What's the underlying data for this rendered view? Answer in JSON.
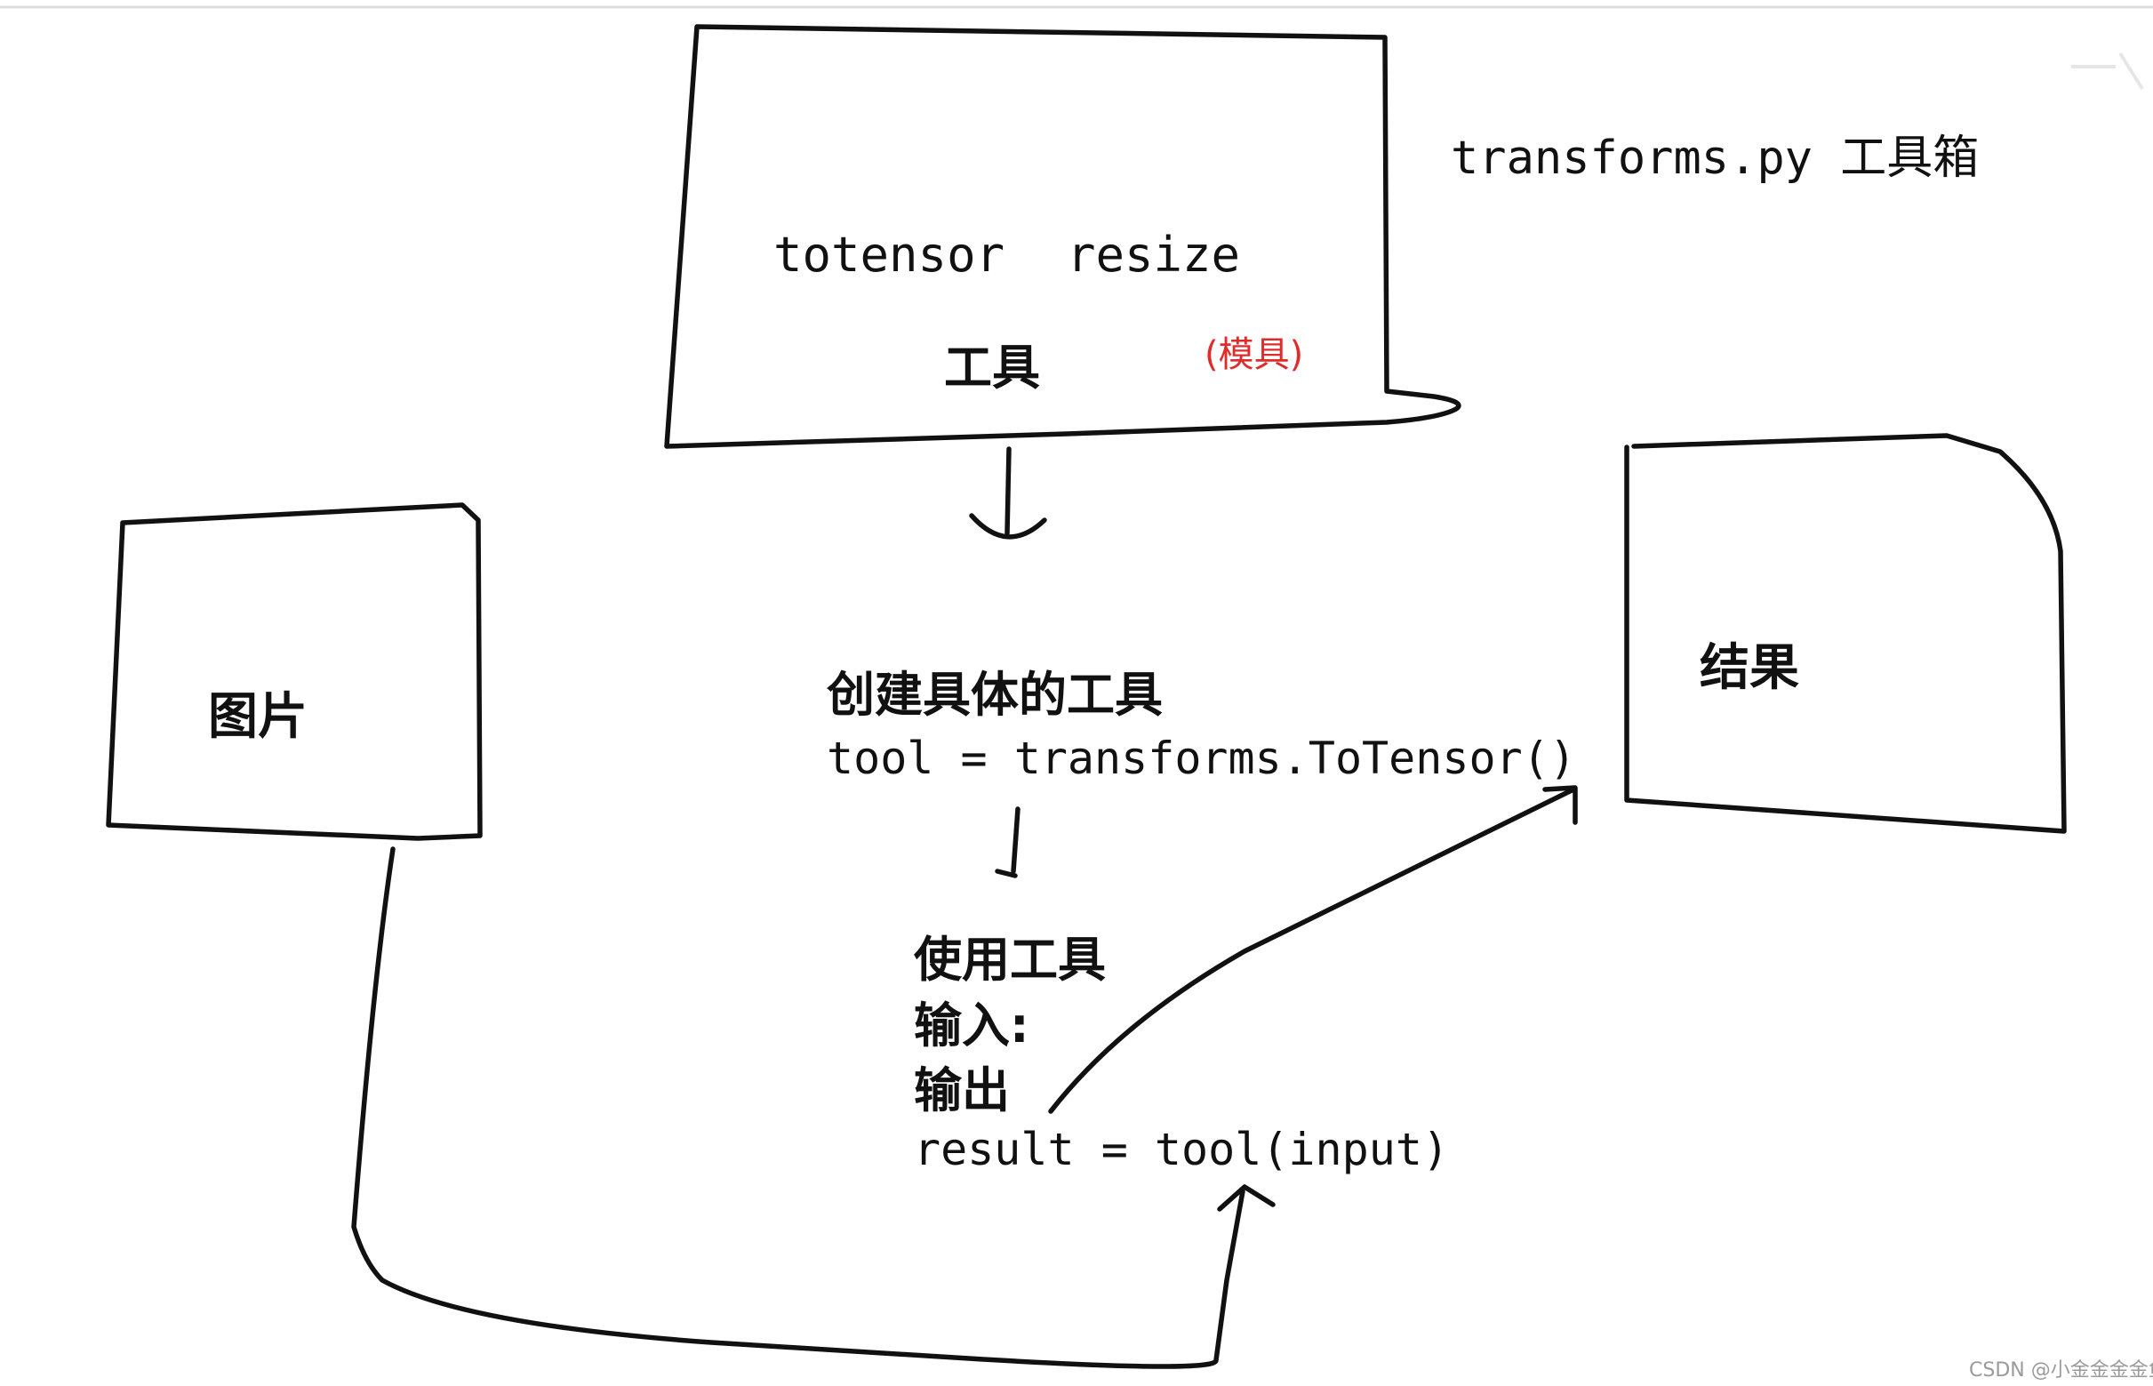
{
  "toolbox": {
    "title": "transforms.py 工具箱",
    "items": [
      "totensor",
      "resize"
    ],
    "label": "工具",
    "note": "(模具)"
  },
  "image_box": {
    "label": "图片"
  },
  "result_box": {
    "label": "结果"
  },
  "steps": {
    "create_title": "创建具体的工具",
    "create_code": "tool = transforms.ToTensor()",
    "use_title": "使用工具",
    "input_label": "输入:",
    "output_label": "输出",
    "use_code": "result = tool(input)"
  },
  "watermark": "CSDN @小金金金金鱼",
  "colors": {
    "ink": "#111111",
    "note": "#e02b2b",
    "watermark": "#9a9a9a"
  }
}
